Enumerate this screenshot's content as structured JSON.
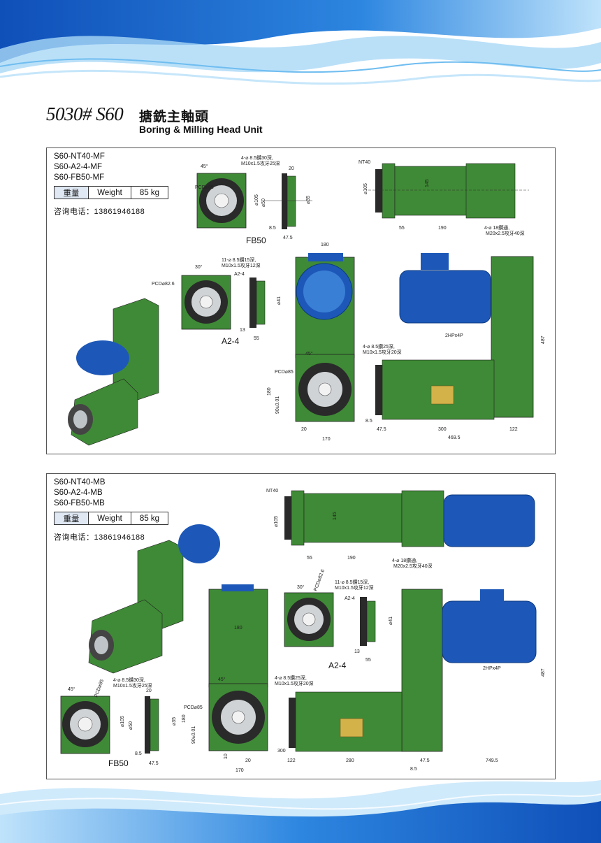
{
  "header": {
    "model_number": "5030# S60",
    "title_cn": "搪銑主軸頭",
    "title_en": "Boring & Milling Head Unit"
  },
  "colors": {
    "machine_green": "#3f8a36",
    "motor_blue": "#1d58b8",
    "wave_blue": "#1e6fd0"
  },
  "panels": [
    {
      "models": [
        "S60-NT40-MF",
        "S60-A2-4-MF",
        "S60-FB50-MF"
      ],
      "spec": {
        "key_cn": "重量",
        "key_en": "Weight",
        "value": "85 kg"
      },
      "phone": "咨询电话：13861946188",
      "labels": {
        "fb50": "FB50",
        "a24": "A2-4",
        "nt40": "NT40",
        "motor": "2HPx4P",
        "pcd85": "PCD⌀85",
        "pcd826": "PCD⌀82.6",
        "deg45": "45°",
        "deg30": "30°",
        "note_fb50": "4-⌀ 8.5鑽30深,",
        "note_fb50b": "M10x1.5攻牙25深",
        "note_a24": "11-⌀ 8.5鑽15深,",
        "note_a24b": "M10x1.5攻牙12深",
        "note_nt40": "4-⌀ 18鑽通,",
        "note_nt40b": "M20x2.5攻牙40深",
        "note_front": "4-⌀ 8.5鑽25深,",
        "note_frontb": "M10x1.5攻牙20深"
      },
      "dims": [
        "20",
        "⌀105",
        "⌀50",
        "⌀35",
        "8.5",
        "47.5",
        "⌀105",
        "145",
        "55",
        "190",
        "180",
        "⌀41",
        "13",
        "55",
        "487",
        "180",
        "90±0.01",
        "20",
        "170",
        "8.5",
        "47.5",
        "300",
        "122",
        "469.5"
      ]
    },
    {
      "models": [
        "S60-NT40-MB",
        "S60-A2-4-MB",
        "S60-FB50-MB"
      ],
      "spec": {
        "key_cn": "重量",
        "key_en": "Weight",
        "value": "85 kg"
      },
      "phone": "咨询电话：13861946188",
      "labels": {
        "fb50": "FB50",
        "a24": "A2-4",
        "nt40": "NT40",
        "motor": "2HPx4P",
        "pcd85": "PCD⌀85",
        "pcd826": "PCD⌀82.6",
        "deg45": "45°",
        "deg30": "30°",
        "note_fb50": "4-⌀ 8.5鑽30深,",
        "note_fb50b": "M10x1.5攻牙25深",
        "note_a24": "11-⌀ 8.5鑽15深,",
        "note_a24b": "M10x1.5攻牙12深",
        "note_nt40": "4-⌀ 18鑽通,",
        "note_nt40b": "M20x2.5攻牙40深",
        "note_front": "4-⌀ 8.5鑽25深,",
        "note_frontb": "M10x1.5攻牙20深"
      },
      "dims": [
        "⌀105",
        "145",
        "55",
        "190",
        "180",
        "⌀41",
        "13",
        "55",
        "487",
        "20",
        "⌀50",
        "⌀35",
        "8.5",
        "47.5",
        "180",
        "90±0.01",
        "10",
        "20",
        "170",
        "8.5",
        "47.5",
        "300",
        "122",
        "280",
        "749.5"
      ]
    }
  ]
}
